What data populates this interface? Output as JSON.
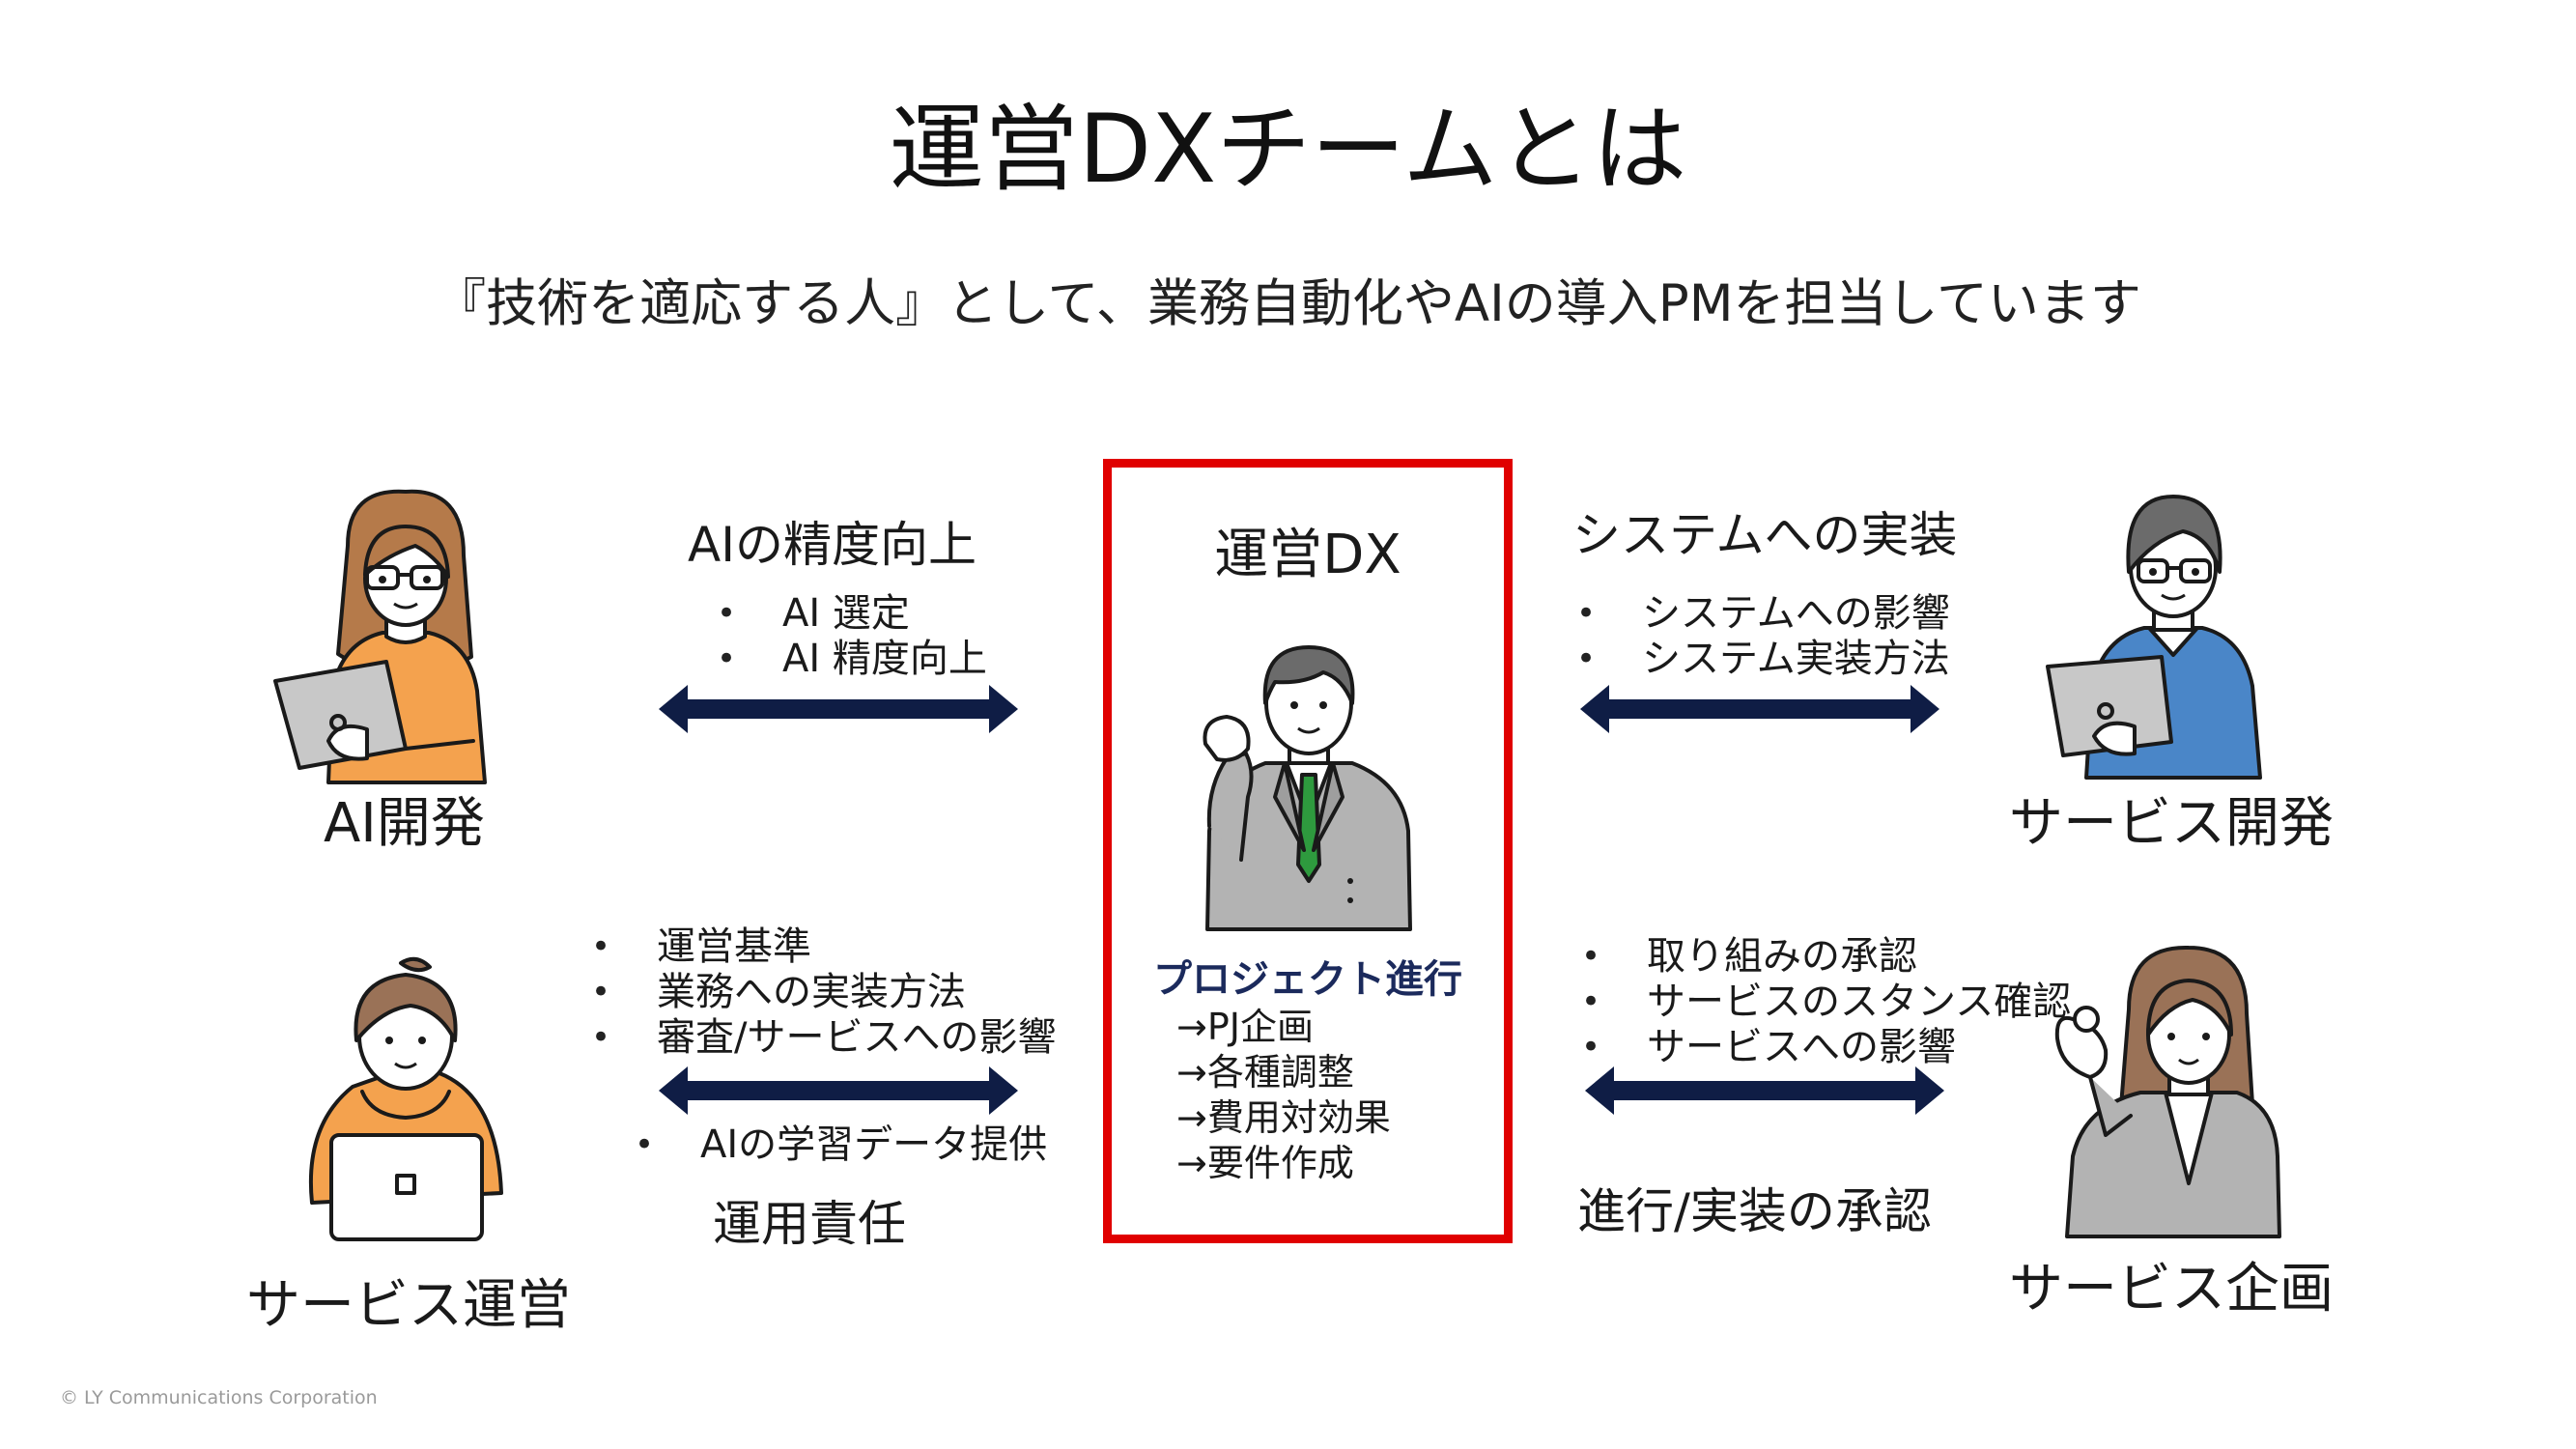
{
  "title": "運営DXチームとは",
  "subtitle": "『技術を適応する人』として、業務自動化やAIの導入PMを担当しています",
  "center": {
    "label": "運営DX",
    "heading": "プロジェクト進行",
    "steps": [
      "→PJ企画",
      "→各種調整",
      "→費用対効果",
      "→要件作成"
    ]
  },
  "left_top": {
    "person_label": "AI開発",
    "heading": "AIの精度向上",
    "bullets": [
      "AI 選定",
      "AI 精度向上"
    ]
  },
  "left_bottom": {
    "person_label": "サービス運営",
    "bullets_above": [
      "運営基準",
      "業務への実装方法",
      "審査/サービスへの影響"
    ],
    "bullets_below": [
      "AIの学習データ提供"
    ],
    "heading": "運用責任"
  },
  "right_top": {
    "person_label": "サービス開発",
    "heading": "システムへの実装",
    "bullets": [
      "システムへの影響",
      "システム実装方法"
    ]
  },
  "right_bottom": {
    "person_label": "サービス企画",
    "bullets": [
      "取り組みの承認",
      "サービスのスタンス確認",
      "サービスへの影響"
    ],
    "heading": "進行/実装の承認"
  },
  "footer": "© LY Communications Corporation",
  "colors": {
    "arrow": "#0f1d45",
    "highlight_box": "#e00000",
    "woman_shirt": "#f4a24e",
    "dev_shirt": "#4a86c8",
    "suit": "#b3b3b3",
    "tie": "#2e9a3e"
  }
}
